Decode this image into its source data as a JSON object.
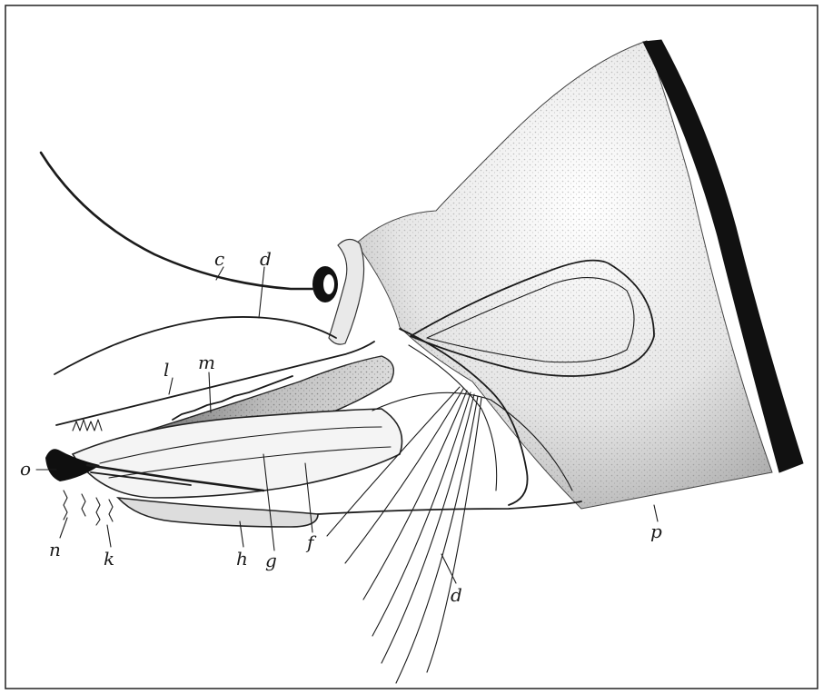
{
  "figure": {
    "labels": {
      "c": "c",
      "d_upper": "d",
      "l": "l",
      "m": "m",
      "o": "o",
      "n": "n",
      "k": "k",
      "h": "h",
      "g": "g",
      "f": "f",
      "d_lower": "d",
      "p": "p"
    }
  }
}
